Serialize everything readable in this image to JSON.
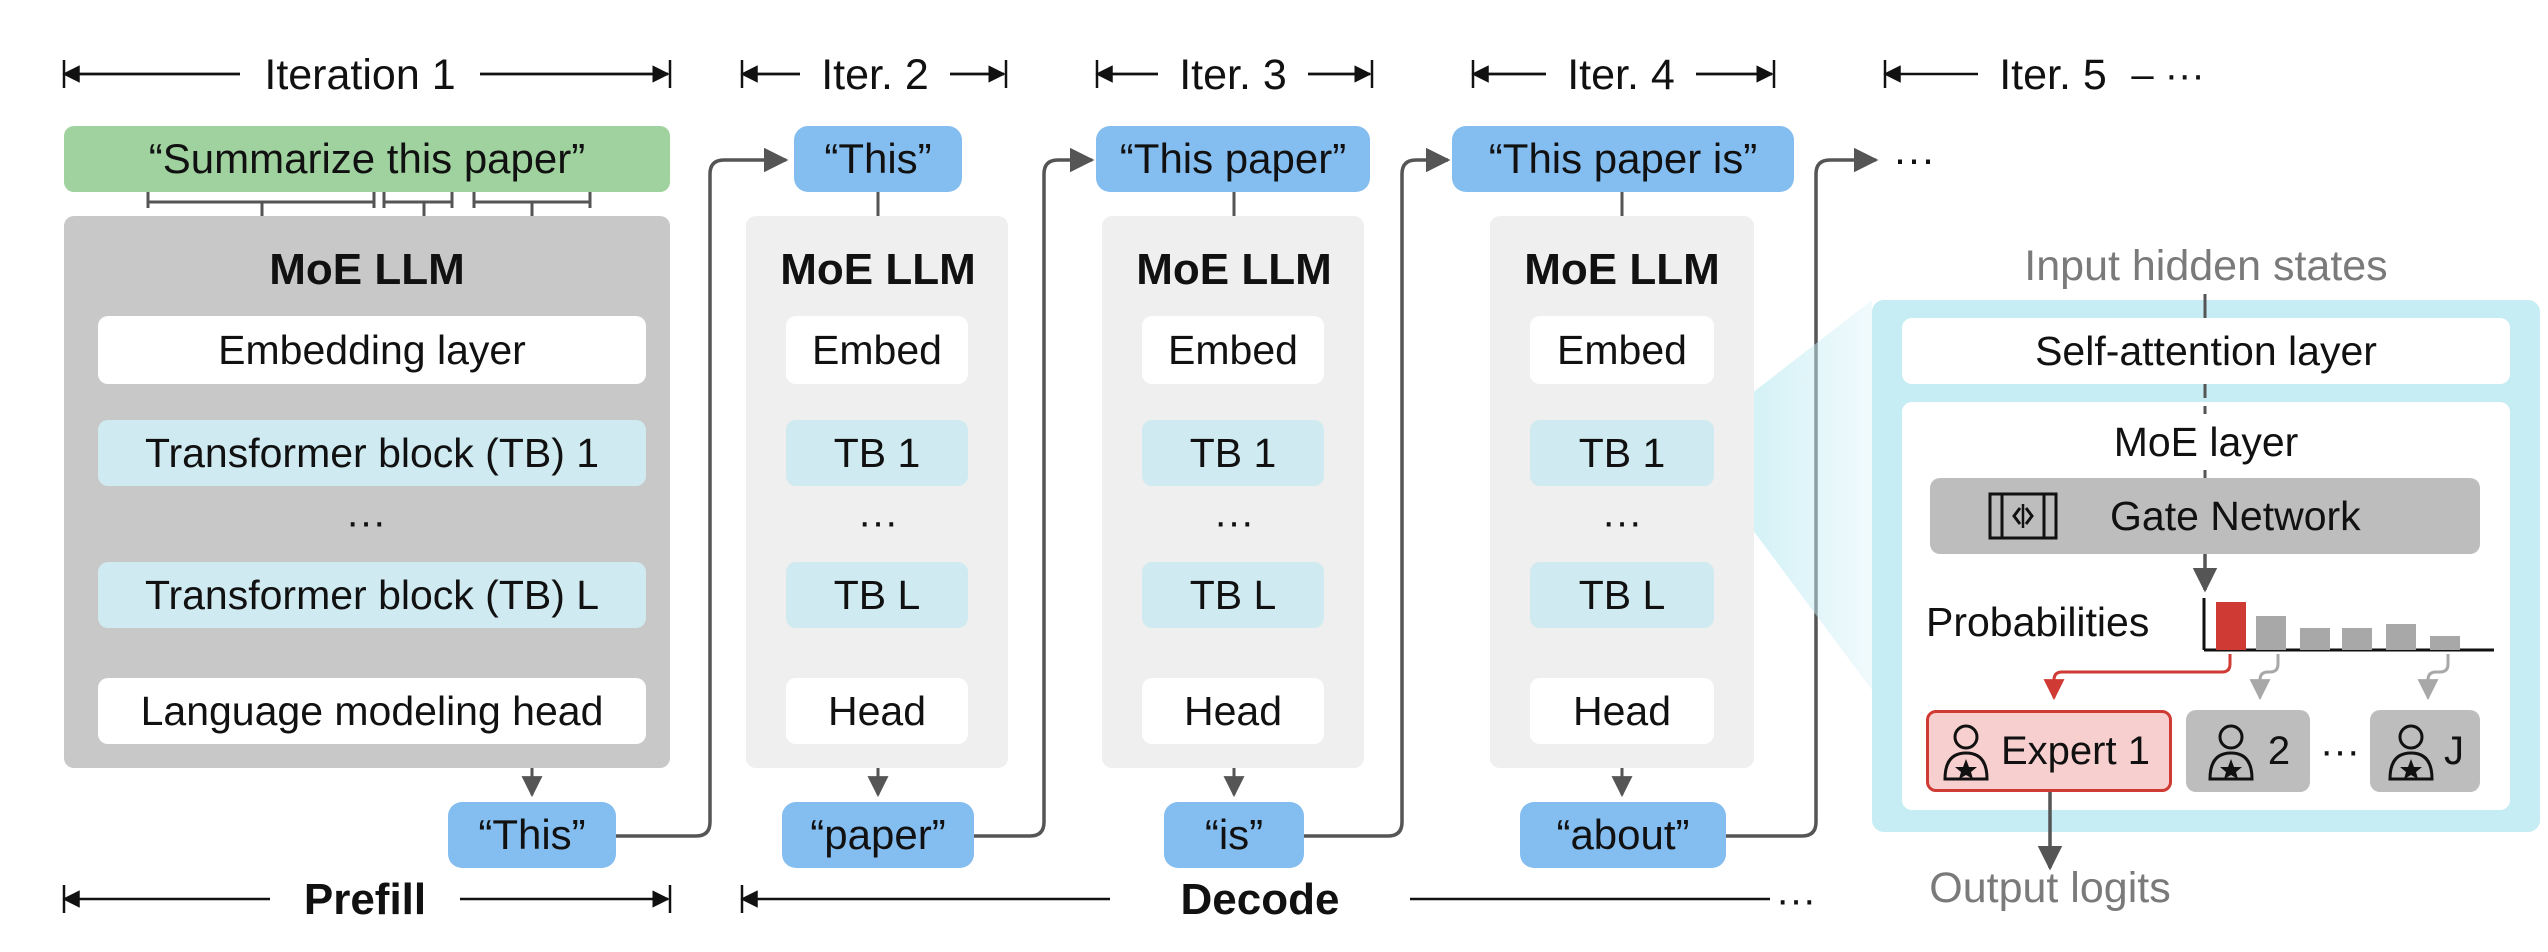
{
  "headers": {
    "iter1": "Iteration 1",
    "iter2": "Iter. 2",
    "iter3": "Iter. 3",
    "iter4": "Iter. 4",
    "iter5": "Iter. 5",
    "iter5_dots": "– ···"
  },
  "inputs": {
    "prompt": "“Summarize this paper”",
    "iter2": "“This”",
    "iter3": "“This paper”",
    "iter4": "“This paper is”",
    "iter5": "···"
  },
  "prefill_panel": {
    "title": "MoE LLM",
    "embed": "Embedding layer",
    "tb1": "Transformer block (TB) 1",
    "dots": "···",
    "tbl": "Transformer block (TB) L",
    "head": "Language modeling head"
  },
  "decode_panel": {
    "title": "MoE LLM",
    "embed": "Embed",
    "tb1": "TB 1",
    "dots": "···",
    "tbl": "TB L",
    "head": "Head"
  },
  "outputs": {
    "iter1": "“This”",
    "iter2": "“paper”",
    "iter3": "“is”",
    "iter4": "“about”"
  },
  "footer": {
    "prefill": "Prefill",
    "decode": "Decode",
    "decode_dots": "···"
  },
  "detail": {
    "input_label": "Input hidden states",
    "self_attention": "Self-attention layer",
    "moe_layer": "MoE layer",
    "gate": "Gate Network",
    "probabilities": "Probabilities",
    "expert1": "Expert 1",
    "expert2": "2",
    "expert_dots": "···",
    "expertJ": "J",
    "output_label": "Output logits"
  },
  "colors": {
    "token_blue": "#84bdf0",
    "prompt_green": "#9fd29e",
    "tb_cyan": "#cfeaf1",
    "zoom_cyan": "#c6edf4",
    "selected_red": "#cf3b34",
    "arrow_gray": "#555555"
  },
  "icons": [
    "gate-network-icon",
    "expert-person-icon"
  ]
}
